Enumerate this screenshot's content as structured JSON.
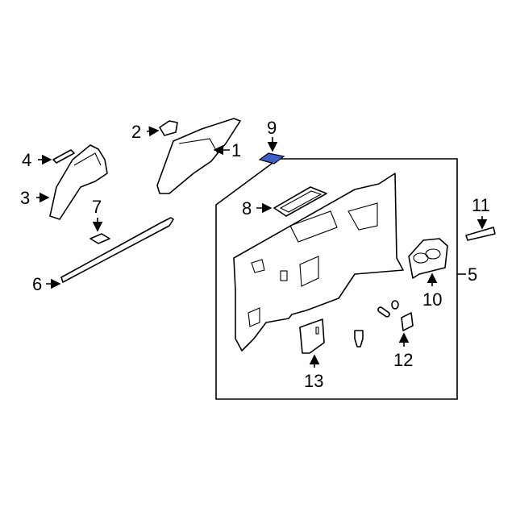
{
  "diagram": {
    "callouts": [
      {
        "id": "1",
        "label": "1"
      },
      {
        "id": "2",
        "label": "2"
      },
      {
        "id": "3",
        "label": "3"
      },
      {
        "id": "4",
        "label": "4"
      },
      {
        "id": "5",
        "label": "5"
      },
      {
        "id": "6",
        "label": "6"
      },
      {
        "id": "7",
        "label": "7"
      },
      {
        "id": "8",
        "label": "8"
      },
      {
        "id": "9",
        "label": "9"
      },
      {
        "id": "10",
        "label": "10"
      },
      {
        "id": "11",
        "label": "11"
      },
      {
        "id": "12",
        "label": "12"
      },
      {
        "id": "13",
        "label": "13"
      }
    ],
    "highlight_color": "#3d5fc7"
  }
}
